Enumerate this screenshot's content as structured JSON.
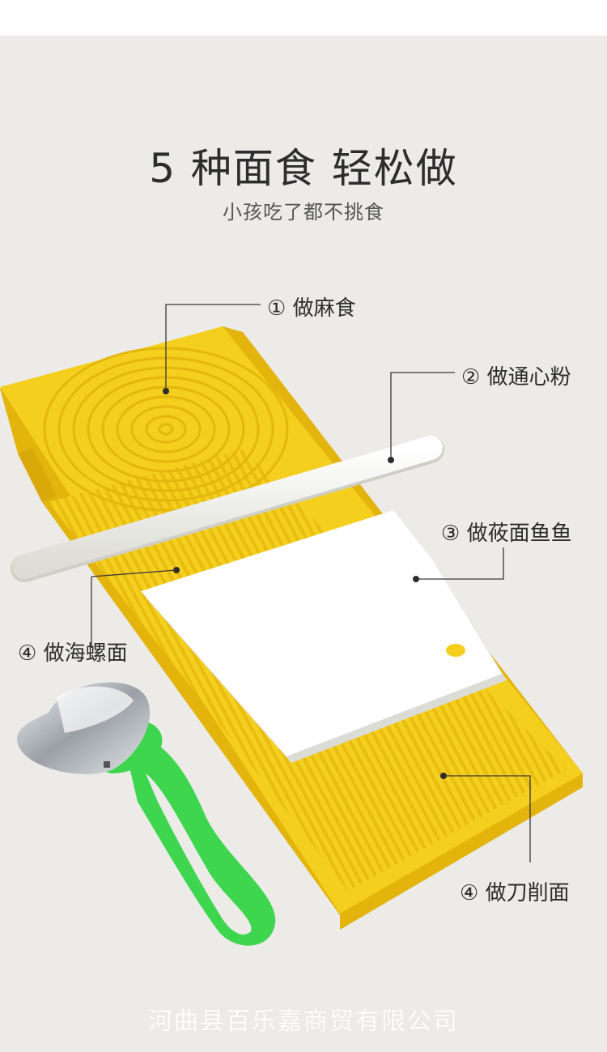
{
  "heading": {
    "title": "5 种面食  轻松做",
    "subtitle": "小孩吃了都不挑食"
  },
  "callouts": [
    {
      "label": "① 做麻食"
    },
    {
      "label": "② 做通心粉"
    },
    {
      "label": "③ 做莜面鱼鱼"
    },
    {
      "label": "④ 做海螺面"
    },
    {
      "label": "④ 做刀削面"
    }
  ],
  "footer": {
    "company": "河曲县百乐嘉商贸有限公司"
  },
  "colors": {
    "board": "#f5cf1d",
    "board_shadow": "#e2b40c",
    "rod": "#f7f7f2",
    "scraper": "#ffffff",
    "peeler_handle": "#3ed64f",
    "peeler_blade": "#c9cdd1",
    "background": "#ecebe8"
  },
  "icons": {
    "product": "noodle-making-board",
    "rolling_rod": "rolling-rod",
    "scraper": "dough-scraper",
    "peeler": "noodle-peeler"
  }
}
